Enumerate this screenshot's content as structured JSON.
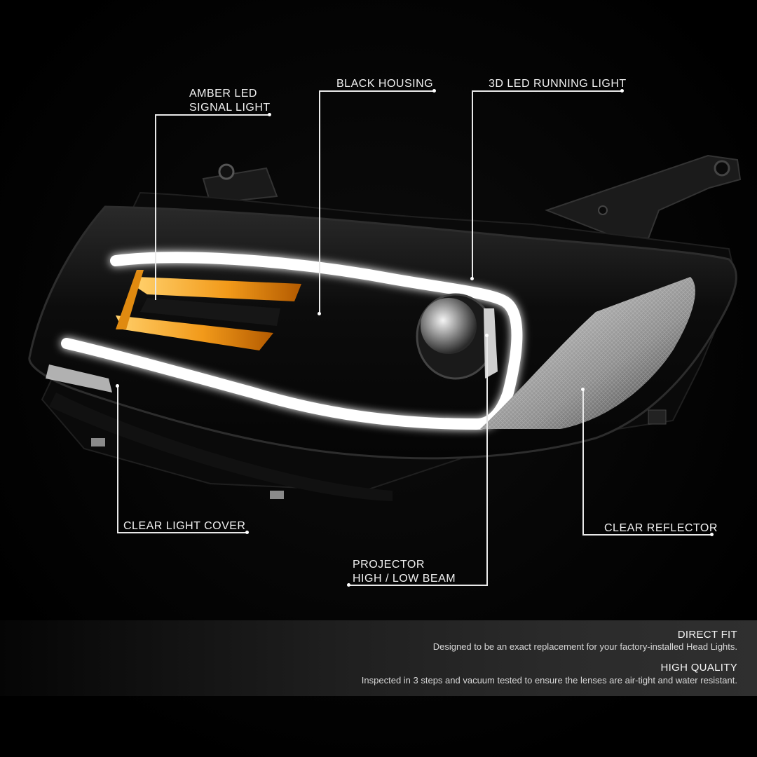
{
  "callouts": {
    "amber_led": {
      "line1": "AMBER LED",
      "line2": "SIGNAL LIGHT"
    },
    "black_housing": "BLACK HOUSING",
    "running_light": "3D LED RUNNING LIGHT",
    "clear_cover": "CLEAR LIGHT COVER",
    "clear_reflector": "CLEAR REFLECTOR",
    "projector": {
      "line1": "PROJECTOR",
      "line2": "HIGH / LOW BEAM"
    }
  },
  "features": [
    {
      "title": "DIRECT FIT",
      "description": "Designed to be an exact replacement for your factory-installed Head Lights."
    },
    {
      "title": "HIGH QUALITY",
      "description": "Inspected in 3 steps and vacuum tested to ensure the lenses are air-tight and water resistant."
    }
  ],
  "colors": {
    "background": "#000000",
    "amber": "#f5a623",
    "drl_glow": "#ffffff",
    "leader_line": "#e9e9e9"
  }
}
